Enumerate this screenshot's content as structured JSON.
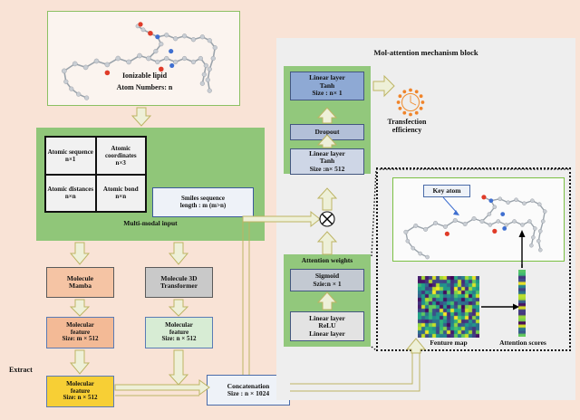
{
  "figure": {
    "background_color": "#f9e3d6",
    "panel_green": "#90c679",
    "panel_gray": "#eeeeee"
  },
  "lipid_panel": {
    "caption_line1": "Ionizable lipid",
    "caption_line2": "Atom Numbers: n",
    "molecule_alt": "ionizable-lipid-3d-ball-and-stick-model"
  },
  "multimodal": {
    "caption": "Multi-modal input",
    "cells": [
      {
        "name": "Atomic sequence",
        "size": "n×1"
      },
      {
        "name": "Atomic coordinates",
        "size": "n×3"
      },
      {
        "name": "Atomic distances",
        "size": "n×n"
      },
      {
        "name": "Atomic bond",
        "size": "n×n"
      }
    ],
    "smiles_line1": "Smiles sequence",
    "smiles_line2": "length : m (m>n)"
  },
  "encoders": {
    "mamba_line1": "Molecule",
    "mamba_line2": "Mamba",
    "transformer_line1": "Molecule 3D",
    "transformer_line2": "Transformer",
    "feature_mamba_line1": "Molecular",
    "feature_mamba_line2": "feature",
    "feature_mamba_size": "Size: m × 512",
    "feature_3d_line1": "Molecular",
    "feature_3d_line2": "feature",
    "feature_3d_size": "Size: n × 512",
    "extract_label": "Extract",
    "feature_extracted_line1": "Molecular",
    "feature_extracted_line2": "feature",
    "feature_extracted_size": "Size: n × 512",
    "concat_line1": "Concatenation",
    "concat_line2": "Size : n × 1024"
  },
  "attention_block": {
    "title": "Mol-attention mechanism block",
    "linear_tanh_top": {
      "line1": "Linear layer",
      "line2": "Tanh",
      "size": "Size : n× 1"
    },
    "dropout": "Dropout",
    "linear_tanh_bottom": {
      "line1": "Linear layer",
      "line2": "Tanh",
      "size": "Size :n× 512"
    },
    "attention_weights_caption": "Attention weights",
    "sigmoid": {
      "line1": "Sigmoid",
      "line2": "Szie:n × 1"
    },
    "linear_relu": {
      "line1": "Linear layer",
      "line2": "ReLU",
      "line3": "Linear layer"
    },
    "multiply_symbol": "⊗"
  },
  "output": {
    "transfection_line1": "Transfection",
    "transfection_line2": "efficiency",
    "icon": "orange-sunburst-cell-icon"
  },
  "callout": {
    "key_atom_label": "Key atom",
    "feature_map_label": "Fenture map",
    "attention_scores_label": "Attention scores",
    "molecule_alt": "ionizable-lipid-with-highlighted-key-atom"
  }
}
